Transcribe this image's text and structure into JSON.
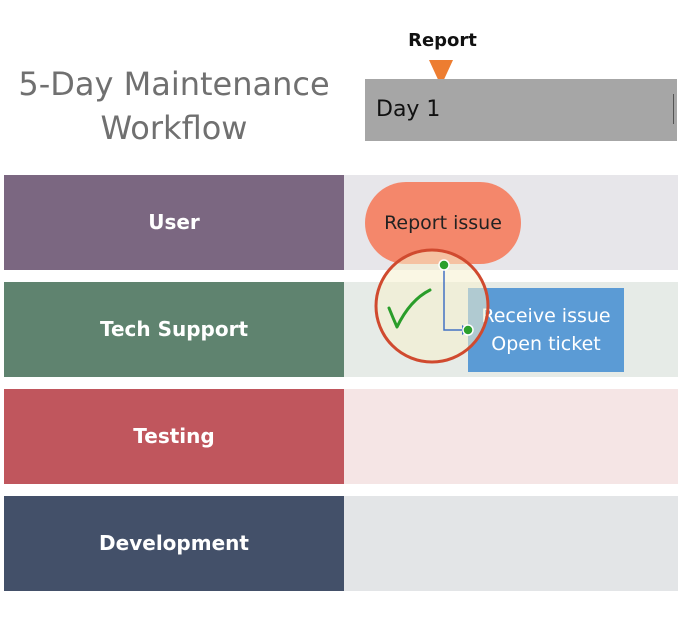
{
  "title_line1": "5-Day Maintenance",
  "title_line2": "Workflow",
  "milestone": {
    "label": "Report",
    "color": "#ed7d31"
  },
  "day_header": "Day 1",
  "lanes": [
    {
      "label": "User",
      "color": "#7b6781",
      "area_color": "#e7e6ea"
    },
    {
      "label": "Tech Support",
      "color": "#5f836f",
      "area_color": "#e6ebe7"
    },
    {
      "label": "Testing",
      "color": "#c0565d",
      "area_color": "#f5e5e5"
    },
    {
      "label": "Development",
      "color": "#435069",
      "area_color": "#e3e5e7"
    }
  ],
  "tasks": {
    "report_issue": {
      "label": "Report issue",
      "color": "#f4876b"
    },
    "receive_issue": {
      "line1": "Receive issue",
      "line2": "Open ticket",
      "color": "#5b9bd5"
    }
  },
  "connector": {
    "line_color": "#4472c4",
    "handle_color": "#2ca02c"
  },
  "check_overlay": {
    "icon": "checkmark-icon",
    "ring_color": "#d04a2f",
    "check_color": "#2a9d2a"
  }
}
